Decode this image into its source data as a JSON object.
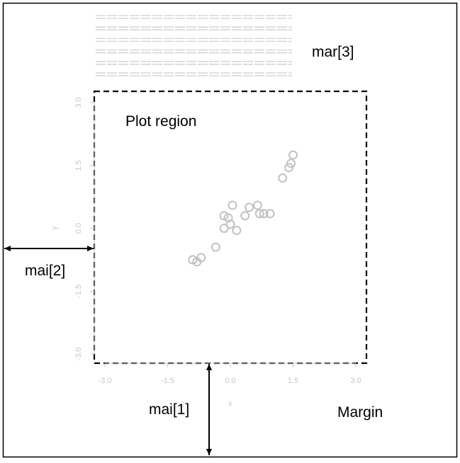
{
  "labels": {
    "mar3": "mar[3]",
    "plot_region": "Plot region",
    "mai2": "mai[2]",
    "mai1": "mai[1]",
    "margin": "Margin"
  },
  "chart_data": {
    "type": "scatter",
    "xlabel": "x",
    "ylabel": "y",
    "xlim": [
      -3.0,
      3.0
    ],
    "ylim": [
      -3.0,
      3.0
    ],
    "x_ticks": [
      "-3.0",
      "-1.5",
      "0.0",
      "1.5",
      "3.0"
    ],
    "y_ticks": [
      "-3.0",
      "-1.5",
      "0.0",
      "1.5",
      "3.0"
    ],
    "points": [
      {
        "x": -0.9,
        "y": -0.75
      },
      {
        "x": -0.8,
        "y": -0.8
      },
      {
        "x": -0.7,
        "y": -0.7
      },
      {
        "x": -0.35,
        "y": -0.45
      },
      {
        "x": -0.15,
        "y": 0.0
      },
      {
        "x": -0.15,
        "y": 0.3
      },
      {
        "x": -0.05,
        "y": 0.25
      },
      {
        "x": 0.0,
        "y": 0.1
      },
      {
        "x": 0.05,
        "y": 0.55
      },
      {
        "x": 0.15,
        "y": -0.05
      },
      {
        "x": 0.35,
        "y": 0.3
      },
      {
        "x": 0.45,
        "y": 0.5
      },
      {
        "x": 0.65,
        "y": 0.55
      },
      {
        "x": 0.7,
        "y": 0.35
      },
      {
        "x": 0.8,
        "y": 0.35
      },
      {
        "x": 0.95,
        "y": 0.35
      },
      {
        "x": 1.25,
        "y": 1.2
      },
      {
        "x": 1.4,
        "y": 1.45
      },
      {
        "x": 1.45,
        "y": 1.55
      },
      {
        "x": 1.5,
        "y": 1.75
      }
    ]
  }
}
